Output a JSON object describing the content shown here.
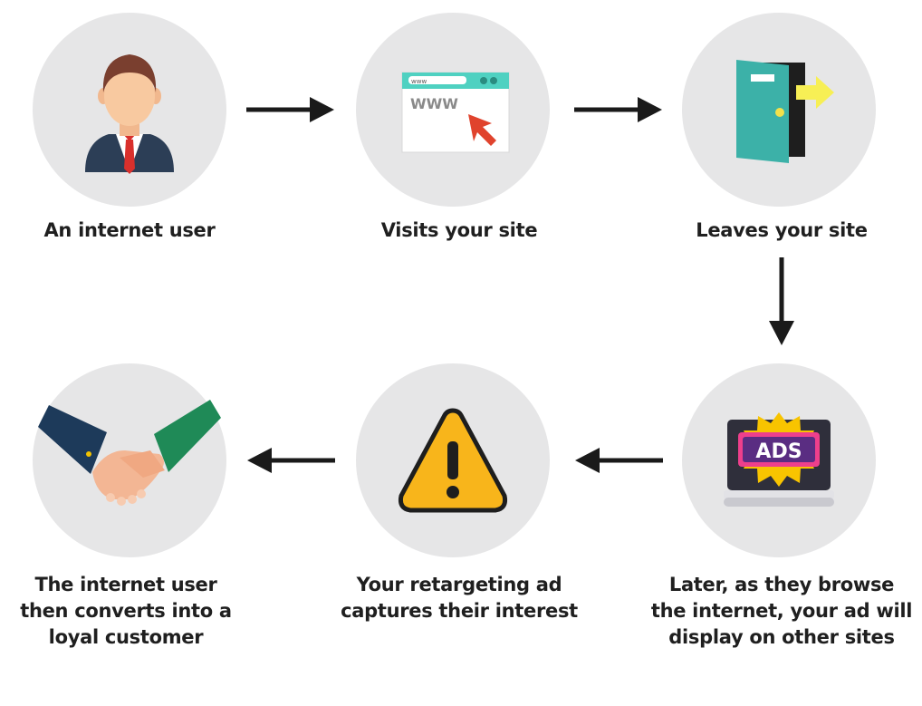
{
  "steps": [
    {
      "label": "An internet user",
      "icon": "businessman-icon"
    },
    {
      "label": "Visits your site",
      "icon": "browser-cursor-icon",
      "browser_text": "WWW",
      "url_text": "www"
    },
    {
      "label": "Leaves your site",
      "icon": "door-exit-icon"
    },
    {
      "label_lines": [
        "Later, as they browse",
        "the internet, your ad will",
        "display on other sites"
      ],
      "icon": "laptop-ads-icon",
      "ads_text": "ADS"
    },
    {
      "label_lines": [
        "Your retargeting ad",
        "captures their interest"
      ],
      "icon": "warning-icon"
    },
    {
      "label_lines": [
        "The internet user",
        "then converts into a",
        "loyal customer"
      ],
      "icon": "handshake-icon"
    }
  ],
  "colors": {
    "circle": "#e6e6e7",
    "arrow": "#1a1a1a",
    "text": "#1f1f1f"
  }
}
